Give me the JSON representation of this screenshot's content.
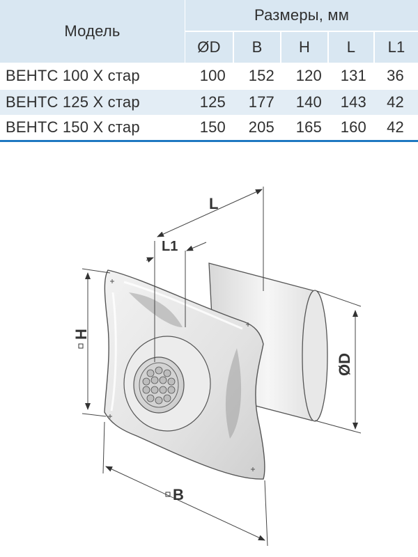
{
  "table": {
    "model_header": "Модель",
    "group_header": "Размеры, мм",
    "columns": [
      "ØD",
      "B",
      "H",
      "L",
      "L1"
    ],
    "rows": [
      {
        "model": "ВЕНТС 100 Х стар",
        "values": [
          "100",
          "152",
          "120",
          "131",
          "36"
        ]
      },
      {
        "model": "ВЕНТС 125 Х стар",
        "values": [
          "125",
          "177",
          "140",
          "143",
          "42"
        ]
      },
      {
        "model": "ВЕНТС 150 Х стар",
        "values": [
          "150",
          "205",
          "165",
          "160",
          "42"
        ]
      }
    ]
  },
  "drawing": {
    "label_L": "L",
    "label_L1": "L1",
    "label_H": "H",
    "label_D": "ØD",
    "label_B": "B"
  },
  "colors": {
    "header_bg": "#d9e7f2",
    "row_shade": "#e3edf5",
    "rule": "#1f78c1"
  }
}
